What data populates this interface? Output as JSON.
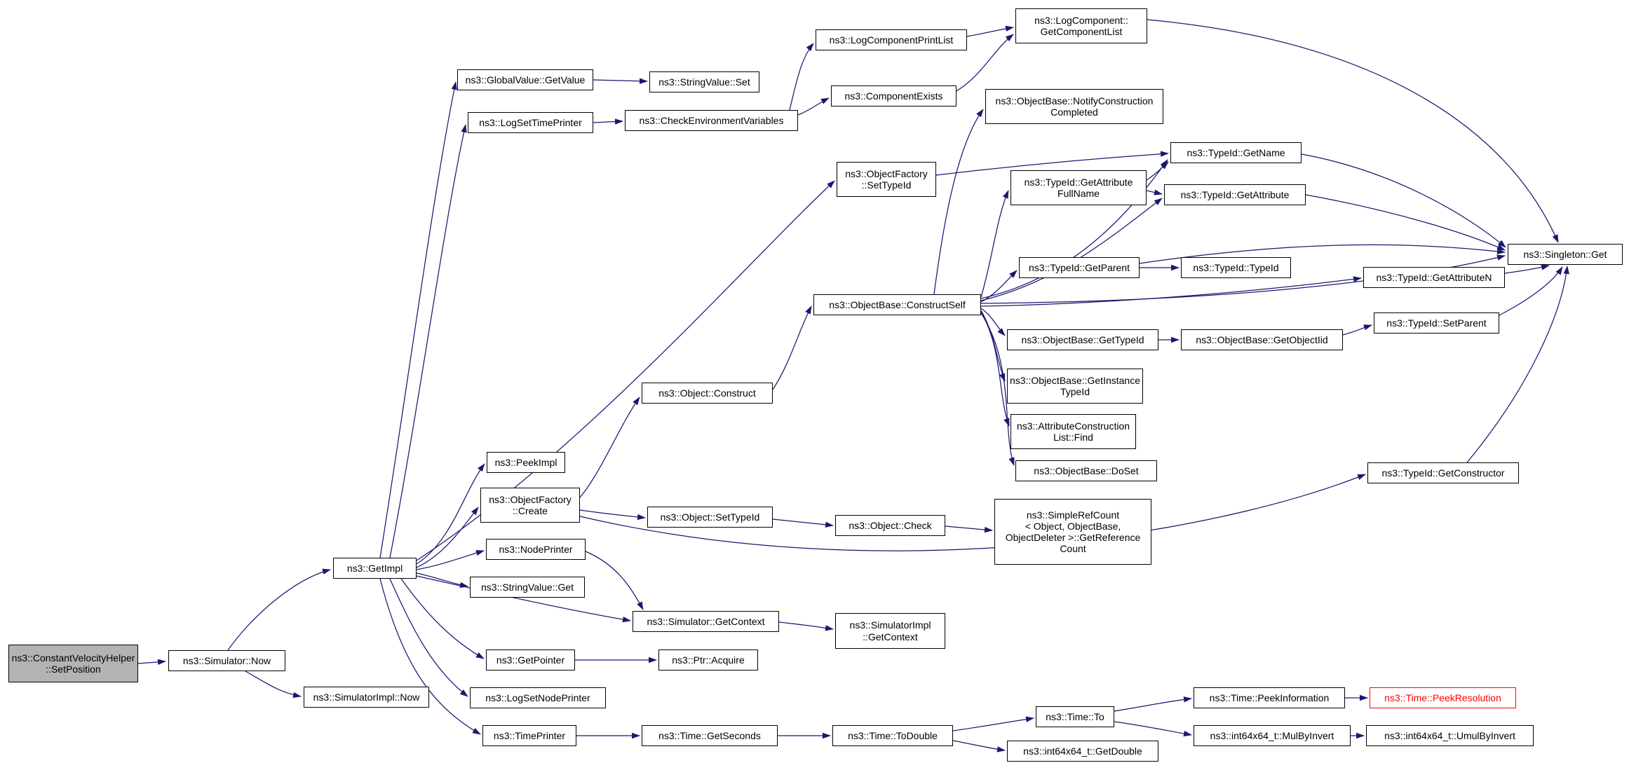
{
  "diagram": {
    "type": "doxygen-call-graph",
    "root_function": "ns3::ConstantVelocityHelper::SetPosition",
    "colors": {
      "edge": "#191970",
      "node_border": "#000000",
      "node_fill": "#ffffff",
      "root_fill": "#b3b3b3",
      "truncated": "#ff0000"
    },
    "nodes": [
      {
        "id": "setposition",
        "label": "ns3::ConstantVelocityHelper\n::SetPosition",
        "style": "start"
      },
      {
        "id": "now",
        "label": "ns3::Simulator::Now",
        "style": "normal"
      },
      {
        "id": "impl-now",
        "label": "ns3::SimulatorImpl::Now",
        "style": "normal"
      },
      {
        "id": "getimpl",
        "label": "ns3::GetImpl",
        "style": "normal"
      },
      {
        "id": "globalvalue-getvalue",
        "label": "ns3::GlobalValue::GetValue",
        "style": "normal"
      },
      {
        "id": "stringvalue-set",
        "label": "ns3::StringValue::Set",
        "style": "normal"
      },
      {
        "id": "logsettimeprinter",
        "label": "ns3::LogSetTimePrinter",
        "style": "normal"
      },
      {
        "id": "checkenv",
        "label": "ns3::CheckEnvironmentVariables",
        "style": "normal"
      },
      {
        "id": "logcomponentprintlist",
        "label": "ns3::LogComponentPrintList",
        "style": "normal"
      },
      {
        "id": "getcomponentlist",
        "label": "ns3::LogComponent::\nGetComponentList",
        "style": "normal"
      },
      {
        "id": "componentexists",
        "label": "ns3::ComponentExists",
        "style": "normal"
      },
      {
        "id": "factory-settypeid",
        "label": "ns3::ObjectFactory\n::SetTypeId",
        "style": "normal"
      },
      {
        "id": "notifyconstruction",
        "label": "ns3::ObjectBase::NotifyConstruction\nCompleted",
        "style": "normal"
      },
      {
        "id": "typeid-getname",
        "label": "ns3::TypeId::GetName",
        "style": "normal"
      },
      {
        "id": "typeid-getattributefullname",
        "label": "ns3::TypeId::GetAttribute\nFullName",
        "style": "normal"
      },
      {
        "id": "typeid-getattribute",
        "label": "ns3::TypeId::GetAttribute",
        "style": "normal"
      },
      {
        "id": "singleton-get",
        "label": "ns3::Singleton::Get",
        "style": "normal"
      },
      {
        "id": "typeid-getparent",
        "label": "ns3::TypeId::GetParent",
        "style": "normal"
      },
      {
        "id": "typeid-typeid",
        "label": "ns3::TypeId::TypeId",
        "style": "normal"
      },
      {
        "id": "typeid-getattributen",
        "label": "ns3::TypeId::GetAttributeN",
        "style": "normal"
      },
      {
        "id": "constructself",
        "label": "ns3::ObjectBase::ConstructSelf",
        "style": "normal"
      },
      {
        "id": "objectbase-gettypeid",
        "label": "ns3::ObjectBase::GetTypeId",
        "style": "normal"
      },
      {
        "id": "objectbase-getobjectiid",
        "label": "ns3::ObjectBase::GetObjectIid",
        "style": "normal"
      },
      {
        "id": "typeid-setparent",
        "label": "ns3::TypeId::SetParent",
        "style": "normal"
      },
      {
        "id": "getinstancetypeid",
        "label": "ns3::ObjectBase::GetInstance\nTypeId",
        "style": "normal"
      },
      {
        "id": "attrlist-find",
        "label": "ns3::AttributeConstruction\nList::Find",
        "style": "normal"
      },
      {
        "id": "objectbase-doset",
        "label": "ns3::ObjectBase::DoSet",
        "style": "normal"
      },
      {
        "id": "object-construct",
        "label": "ns3::Object::Construct",
        "style": "normal"
      },
      {
        "id": "peekimpl",
        "label": "ns3::PeekImpl",
        "style": "normal"
      },
      {
        "id": "factory-create",
        "label": "ns3::ObjectFactory\n::Create",
        "style": "normal"
      },
      {
        "id": "object-settypeid",
        "label": "ns3::Object::SetTypeId",
        "style": "normal"
      },
      {
        "id": "object-check",
        "label": "ns3::Object::Check",
        "style": "normal"
      },
      {
        "id": "getreferencecount",
        "label": "ns3::SimpleRefCount\n< Object, ObjectBase,\nObjectDeleter >::GetReference\nCount",
        "style": "normal"
      },
      {
        "id": "nodeprinter",
        "label": "ns3::NodePrinter",
        "style": "normal"
      },
      {
        "id": "stringvalue-get",
        "label": "ns3::StringValue::Get",
        "style": "normal"
      },
      {
        "id": "simulator-getcontext",
        "label": "ns3::Simulator::GetContext",
        "style": "normal"
      },
      {
        "id": "simulatorimpl-getcontext",
        "label": "ns3::SimulatorImpl\n::GetContext",
        "style": "normal"
      },
      {
        "id": "getpointer",
        "label": "ns3::GetPointer",
        "style": "normal"
      },
      {
        "id": "ptr-acquire",
        "label": "ns3::Ptr::Acquire",
        "style": "normal"
      },
      {
        "id": "logsetnodeprinter",
        "label": "ns3::LogSetNodePrinter",
        "style": "normal"
      },
      {
        "id": "timeprinter",
        "label": "ns3::TimePrinter",
        "style": "normal"
      },
      {
        "id": "time-getseconds",
        "label": "ns3::Time::GetSeconds",
        "style": "normal"
      },
      {
        "id": "time-todouble",
        "label": "ns3::Time::ToDouble",
        "style": "normal"
      },
      {
        "id": "time-to",
        "label": "ns3::Time::To",
        "style": "normal"
      },
      {
        "id": "int64-getdouble",
        "label": "ns3::int64x64_t::GetDouble",
        "style": "normal"
      },
      {
        "id": "time-peekinformation",
        "label": "ns3::Time::PeekInformation",
        "style": "normal"
      },
      {
        "id": "time-peekresolution",
        "label": "ns3::Time::PeekResolution",
        "style": "truncated"
      },
      {
        "id": "int64-mulbyinvert",
        "label": "ns3::int64x64_t::MulByInvert",
        "style": "normal"
      },
      {
        "id": "int64-umulbyinvert",
        "label": "ns3::int64x64_t::UmulByInvert",
        "style": "normal"
      },
      {
        "id": "typeid-getconstructor",
        "label": "ns3::TypeId::GetConstructor",
        "style": "normal"
      }
    ],
    "edges": [
      [
        "setposition",
        "now"
      ],
      [
        "now",
        "getimpl"
      ],
      [
        "now",
        "impl-now"
      ],
      [
        "getimpl",
        "globalvalue-getvalue"
      ],
      [
        "getimpl",
        "logsettimeprinter"
      ],
      [
        "getimpl",
        "factory-settypeid"
      ],
      [
        "getimpl",
        "peekimpl"
      ],
      [
        "getimpl",
        "factory-create"
      ],
      [
        "getimpl",
        "nodeprinter"
      ],
      [
        "getimpl",
        "stringvalue-get"
      ],
      [
        "getimpl",
        "simulator-getcontext"
      ],
      [
        "getimpl",
        "getpointer"
      ],
      [
        "getimpl",
        "logsetnodeprinter"
      ],
      [
        "getimpl",
        "timeprinter"
      ],
      [
        "globalvalue-getvalue",
        "stringvalue-set"
      ],
      [
        "logsettimeprinter",
        "checkenv"
      ],
      [
        "checkenv",
        "componentexists"
      ],
      [
        "checkenv",
        "logcomponentprintlist"
      ],
      [
        "logcomponentprintlist",
        "getcomponentlist"
      ],
      [
        "componentexists",
        "getcomponentlist"
      ],
      [
        "getcomponentlist",
        "singleton-get"
      ],
      [
        "factory-settypeid",
        "typeid-getname"
      ],
      [
        "typeid-getname",
        "singleton-get"
      ],
      [
        "object-construct",
        "constructself"
      ],
      [
        "constructself",
        "notifyconstruction"
      ],
      [
        "constructself",
        "typeid-getattributefullname"
      ],
      [
        "constructself",
        "typeid-getattribute"
      ],
      [
        "constructself",
        "typeid-getname"
      ],
      [
        "typeid-getattributefullname",
        "typeid-getattribute"
      ],
      [
        "typeid-getattributefullname",
        "typeid-getname"
      ],
      [
        "typeid-getattribute",
        "singleton-get"
      ],
      [
        "constructself",
        "singleton-get"
      ],
      [
        "constructself",
        "typeid-getparent"
      ],
      [
        "typeid-getparent",
        "typeid-typeid"
      ],
      [
        "typeid-getparent",
        "singleton-get"
      ],
      [
        "constructself",
        "typeid-getattributen"
      ],
      [
        "typeid-getattributen",
        "singleton-get"
      ],
      [
        "constructself",
        "objectbase-gettypeid"
      ],
      [
        "objectbase-gettypeid",
        "objectbase-getobjectiid"
      ],
      [
        "objectbase-getobjectiid",
        "typeid-setparent"
      ],
      [
        "typeid-setparent",
        "singleton-get"
      ],
      [
        "constructself",
        "getinstancetypeid"
      ],
      [
        "constructself",
        "attrlist-find"
      ],
      [
        "constructself",
        "objectbase-doset"
      ],
      [
        "factory-create",
        "object-construct"
      ],
      [
        "factory-create",
        "object-settypeid"
      ],
      [
        "object-settypeid",
        "object-check"
      ],
      [
        "object-check",
        "getreferencecount"
      ],
      [
        "factory-create",
        "typeid-getconstructor"
      ],
      [
        "typeid-getconstructor",
        "singleton-get"
      ],
      [
        "nodeprinter",
        "simulator-getcontext"
      ],
      [
        "simulator-getcontext",
        "simulatorimpl-getcontext"
      ],
      [
        "getpointer",
        "ptr-acquire"
      ],
      [
        "timeprinter",
        "time-getseconds"
      ],
      [
        "time-getseconds",
        "time-todouble"
      ],
      [
        "time-todouble",
        "time-to"
      ],
      [
        "time-todouble",
        "int64-getdouble"
      ],
      [
        "time-to",
        "time-peekinformation"
      ],
      [
        "time-to",
        "int64-mulbyinvert"
      ],
      [
        "time-peekinformation",
        "time-peekresolution"
      ],
      [
        "int64-mulbyinvert",
        "int64-umulbyinvert"
      ]
    ]
  }
}
